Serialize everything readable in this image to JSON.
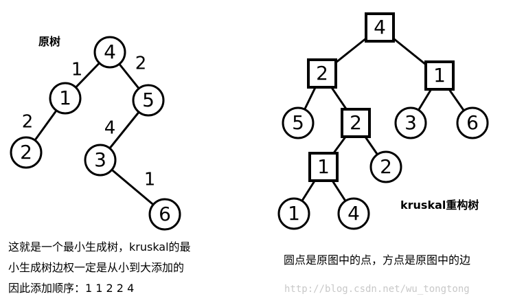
{
  "left_tree": {
    "title": "原树",
    "nodes": [
      {
        "id": "n4",
        "label": "4"
      },
      {
        "id": "n1",
        "label": "1"
      },
      {
        "id": "n5",
        "label": "5"
      },
      {
        "id": "n2",
        "label": "2"
      },
      {
        "id": "n3",
        "label": "3"
      },
      {
        "id": "n6",
        "label": "6"
      }
    ],
    "edges": [
      {
        "from": "n4",
        "to": "n1",
        "weight": "1"
      },
      {
        "from": "n4",
        "to": "n5",
        "weight": "2"
      },
      {
        "from": "n1",
        "to": "n2",
        "weight": "2"
      },
      {
        "from": "n5",
        "to": "n3",
        "weight": "4"
      },
      {
        "from": "n3",
        "to": "n6",
        "weight": "1"
      }
    ]
  },
  "right_tree": {
    "title": "kruskal重构树",
    "nodes": [
      {
        "id": "r4",
        "label": "4",
        "shape": "square"
      },
      {
        "id": "r2a",
        "label": "2",
        "shape": "square"
      },
      {
        "id": "r1a",
        "label": "1",
        "shape": "square"
      },
      {
        "id": "r5",
        "label": "5",
        "shape": "circle"
      },
      {
        "id": "r2b",
        "label": "2",
        "shape": "square"
      },
      {
        "id": "r3",
        "label": "3",
        "shape": "circle"
      },
      {
        "id": "r6",
        "label": "6",
        "shape": "circle"
      },
      {
        "id": "r1b",
        "label": "1",
        "shape": "square"
      },
      {
        "id": "r2c",
        "label": "2",
        "shape": "circle"
      },
      {
        "id": "r1c",
        "label": "1",
        "shape": "circle"
      },
      {
        "id": "r4c",
        "label": "4",
        "shape": "circle"
      }
    ],
    "edges": [
      {
        "from": "r4",
        "to": "r2a"
      },
      {
        "from": "r4",
        "to": "r1a"
      },
      {
        "from": "r2a",
        "to": "r5"
      },
      {
        "from": "r2a",
        "to": "r2b"
      },
      {
        "from": "r1a",
        "to": "r3"
      },
      {
        "from": "r1a",
        "to": "r6"
      },
      {
        "from": "r2b",
        "to": "r1b"
      },
      {
        "from": "r2b",
        "to": "r2c"
      },
      {
        "from": "r1b",
        "to": "r1c"
      },
      {
        "from": "r1b",
        "to": "r4c"
      }
    ]
  },
  "captions": {
    "left_line1": "这就是一个最小生成树，kruskal的最",
    "left_line2": "小生成树边权一定是从小到大添加的",
    "left_line3": "因此添加顺序：1 1 2 2 4",
    "right": "圆点是原图中的点，方点是原图中的边"
  },
  "watermark": "http://blog.csdn.net/wu_tongtong"
}
